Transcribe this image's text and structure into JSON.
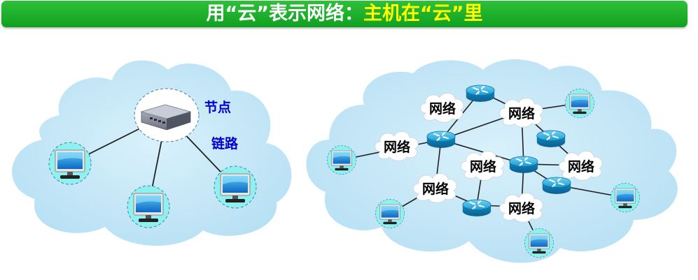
{
  "title": {
    "part1": "用“云”表示网络：",
    "part2": "主机在“云”里"
  },
  "left_diagram": {
    "node_label": "节点",
    "link_label": "链路"
  },
  "right_diagram": {
    "network_label": "网络"
  },
  "colors": {
    "title_bg": "#15a82a",
    "title_text": "#ffffff",
    "title_highlight": "#ffff00",
    "cloud_fill": "#bfe4f7",
    "host_circle": "#8ff0f0",
    "router": "#1aa0d0",
    "label_blue": "#0000cc"
  },
  "icons": [
    "cloud",
    "switch-node-icon",
    "computer-monitor-icon",
    "router-icon",
    "small-network-cloud-icon"
  ]
}
